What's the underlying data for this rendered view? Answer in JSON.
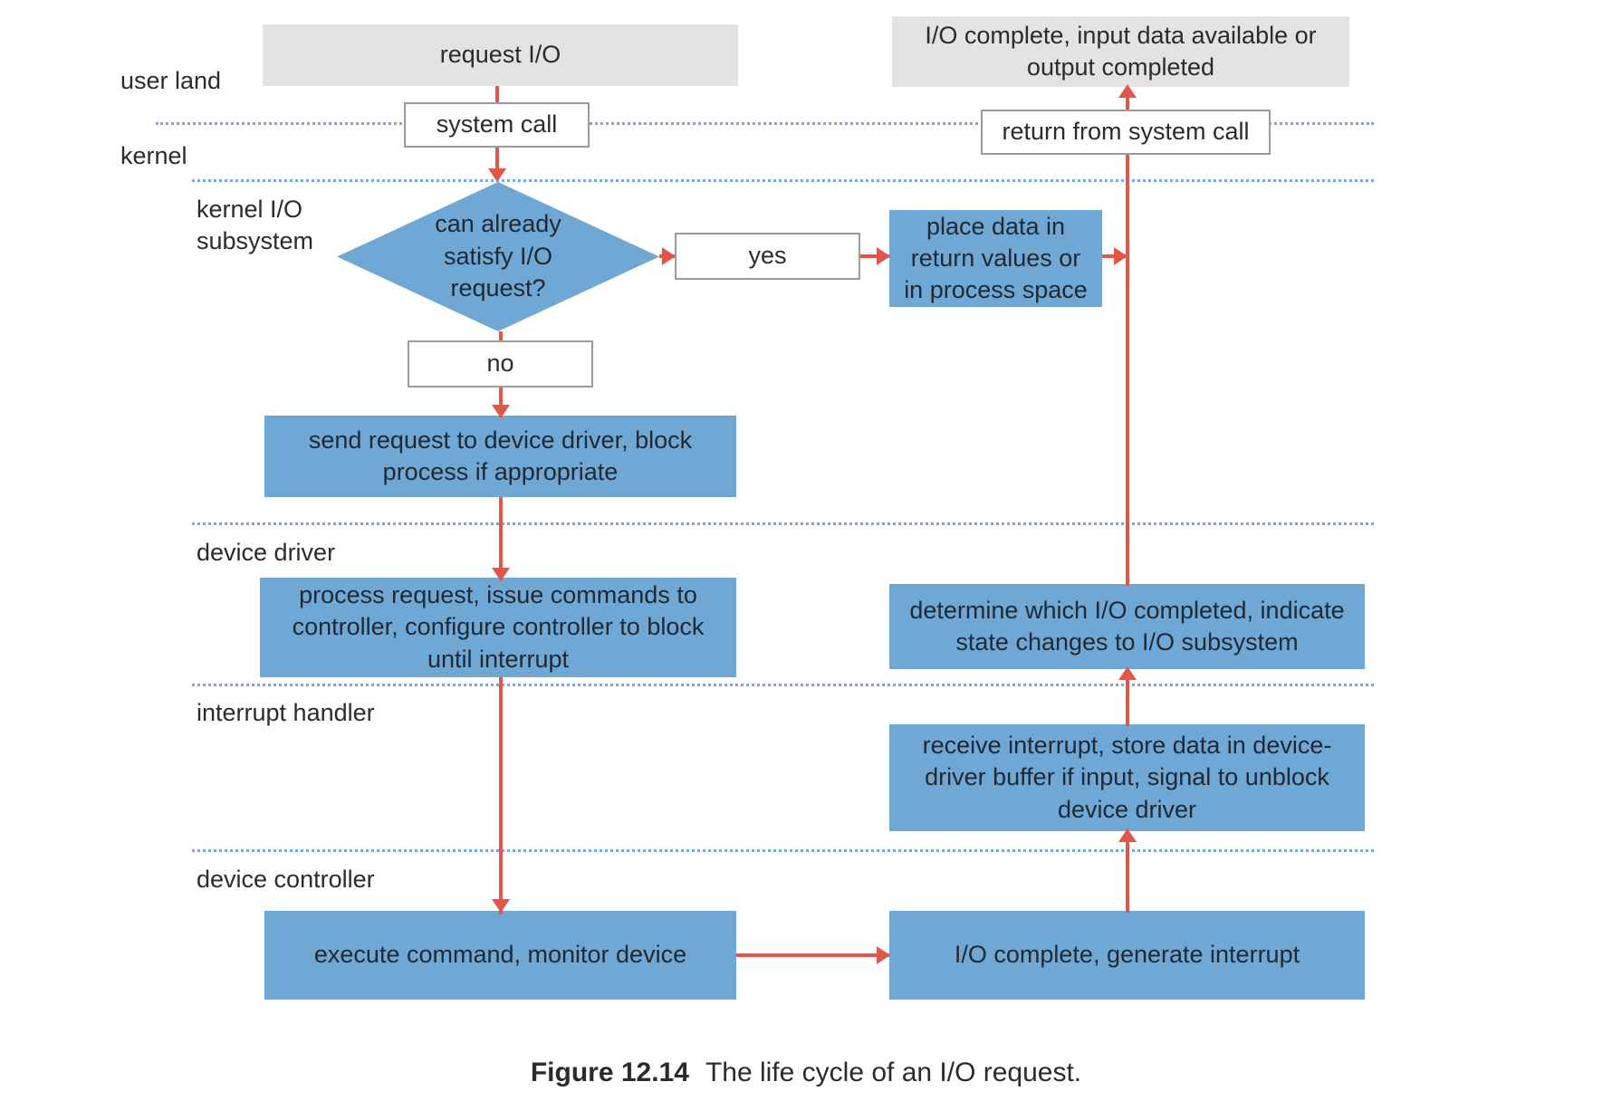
{
  "figure": {
    "number": "Figure 12.14",
    "title": "The life cycle of an I/O request."
  },
  "layers": [
    {
      "id": "user-land",
      "label": "user land"
    },
    {
      "id": "kernel",
      "label": "kernel"
    },
    {
      "id": "kernel-io-subsystem",
      "label": "kernel I/O\nsubsystem"
    },
    {
      "id": "device-driver",
      "label": "device driver"
    },
    {
      "id": "interrupt-handler",
      "label": "interrupt handler"
    },
    {
      "id": "device-controller",
      "label": "device controller"
    }
  ],
  "nodes": {
    "request_io": "request I/O",
    "io_complete_user": "I/O complete, input data available or output completed",
    "system_call": "system call",
    "return_from_system_call": "return from system call",
    "decision": "can already satisfy I/O request?",
    "yes": "yes",
    "no": "no",
    "place_data": "place data in return values or in process space",
    "send_request": "send request to device driver, block process if appropriate",
    "process_request": "process request, issue commands to controller, configure controller to block until interrupt",
    "determine_completed": "determine which I/O completed, indicate state changes to I/O subsystem",
    "receive_interrupt": "receive interrupt, store data in device-driver buffer if input, signal to unblock device driver",
    "execute_command": "execute command, monitor device",
    "io_complete_interrupt": "I/O complete, generate interrupt"
  },
  "colors": {
    "process_fill": "#6fa8d4",
    "userland_fill": "#e3e3e3",
    "arrow": "#e0574a",
    "separator": "#7ba7de",
    "outline": "#9b9b9b"
  }
}
